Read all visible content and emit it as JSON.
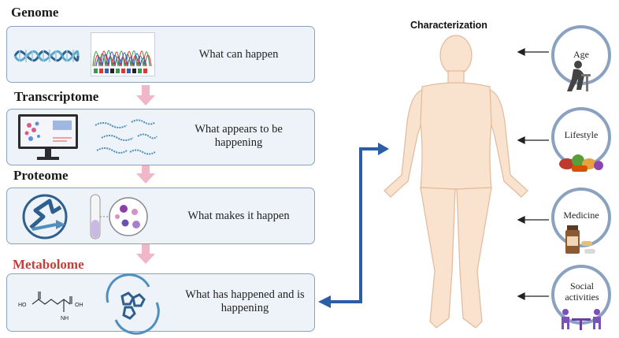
{
  "sections": {
    "genome": {
      "title": "Genome",
      "description": "What can happen"
    },
    "transcriptome": {
      "title": "Transcriptome",
      "description": "What appears to be happening"
    },
    "proteome": {
      "title": "Proteome",
      "description": "What  makes it happen"
    },
    "metabolome": {
      "title": "Metabolome",
      "description": "What has happened and is happening"
    }
  },
  "molecule_labels": {
    "left_oh": "HO",
    "right_oh": "OH",
    "amine": "NH"
  },
  "characterization": {
    "title": "Characterization"
  },
  "factors": [
    {
      "label": "Age",
      "icon": "elderly-person-icon"
    },
    {
      "label": "Lifestyle",
      "icon": "food-icon"
    },
    {
      "label": "Medicine",
      "icon": "pill-bottle-icon"
    },
    {
      "label": "Social activities",
      "icon": "people-table-icon"
    }
  ],
  "colors": {
    "panel_border": "#8aa2bf",
    "panel_fill": "#eef3fa",
    "pink_arrow": "#efb7c8",
    "blue_arrow": "#2b5ea5",
    "metabolome_title": "#c0403a",
    "body": "#f9e3cf"
  }
}
